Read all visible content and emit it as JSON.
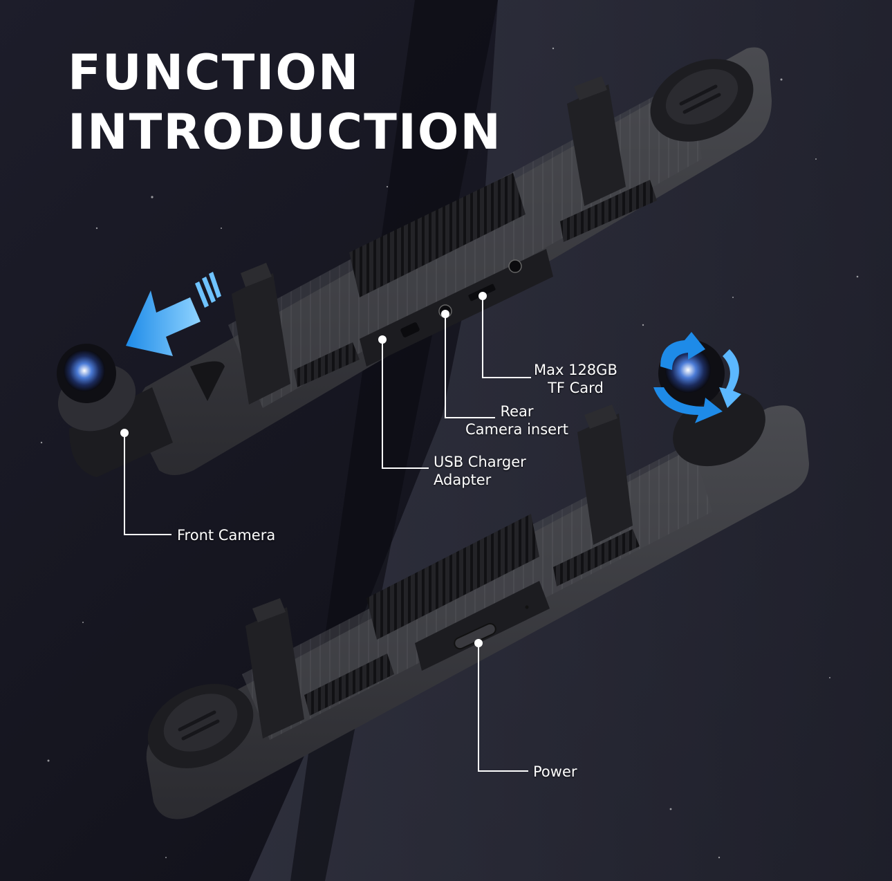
{
  "title": {
    "line1": "FUNCTION",
    "line2": "INTRODUCTION"
  },
  "labels": {
    "tf_card": {
      "line1": "Max 128GB",
      "line2": "TF Card"
    },
    "rear_camera": {
      "line1": "Rear",
      "line2": "Camera insert"
    },
    "usb_charger": {
      "line1": "USB Charger",
      "line2": "Adapter"
    },
    "front_camera": "Front Camera",
    "power": "Power"
  },
  "colors": {
    "background": "#15151f",
    "device_body": "#3a3a3e",
    "arrow_blue": "#1e8be8",
    "label_text": "#ffffff"
  },
  "icons": [
    "direction-arrow-icon",
    "rotate-arrow-icon"
  ]
}
